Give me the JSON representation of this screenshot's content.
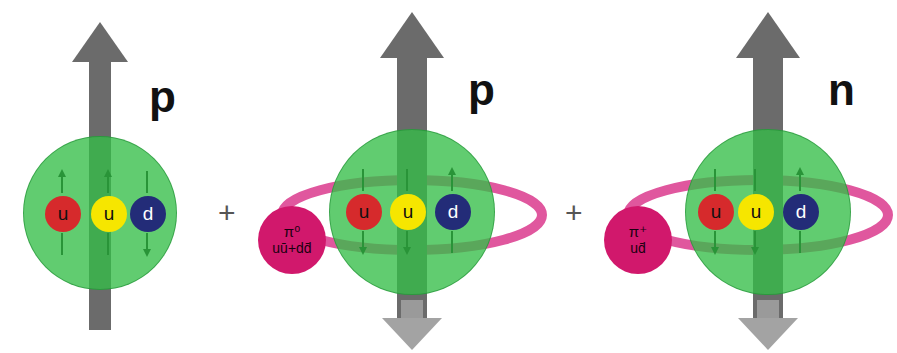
{
  "diagram": {
    "nodes": [
      {
        "text": [
          "p"
        ]
      },
      {
        "text": [
          "u"
        ],
        "in": 0
      },
      {
        "text": [
          "u"
        ],
        "in": 0
      },
      {
        "text": [
          "d"
        ],
        "in": 0
      },
      {
        "text": [
          "π⁰",
          "uū+dd̄"
        ]
      },
      {
        "text": [
          "p"
        ]
      },
      {
        "text": [
          "u"
        ],
        "in": 5
      },
      {
        "text": [
          "u"
        ],
        "in": 5
      },
      {
        "text": [
          "d"
        ],
        "in": 5
      },
      {
        "text": [
          "π⁺",
          "ud̄"
        ]
      },
      {
        "text": [
          "n"
        ]
      },
      {
        "text": [
          "u"
        ],
        "in": 10
      },
      {
        "text": [
          "u"
        ],
        "in": 10
      },
      {
        "text": [
          "d"
        ],
        "in": 10
      }
    ],
    "labels": [
      "+",
      "+"
    ]
  }
}
